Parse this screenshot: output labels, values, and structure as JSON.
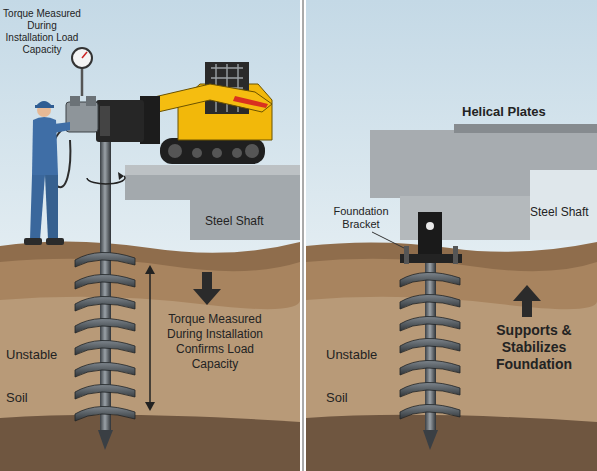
{
  "diagram": {
    "labels": [
      "Torque Measured During Installation Load Capacity",
      "Steel Shaft",
      "Torque Measured During Installation Confirms Load Capacity",
      "Unstable",
      "Soil",
      "Helical Plates",
      "Foundation Bracket",
      "Steel Shaft",
      "Supports & Stabilizes Foundation",
      "Unstable",
      "Soil"
    ]
  }
}
